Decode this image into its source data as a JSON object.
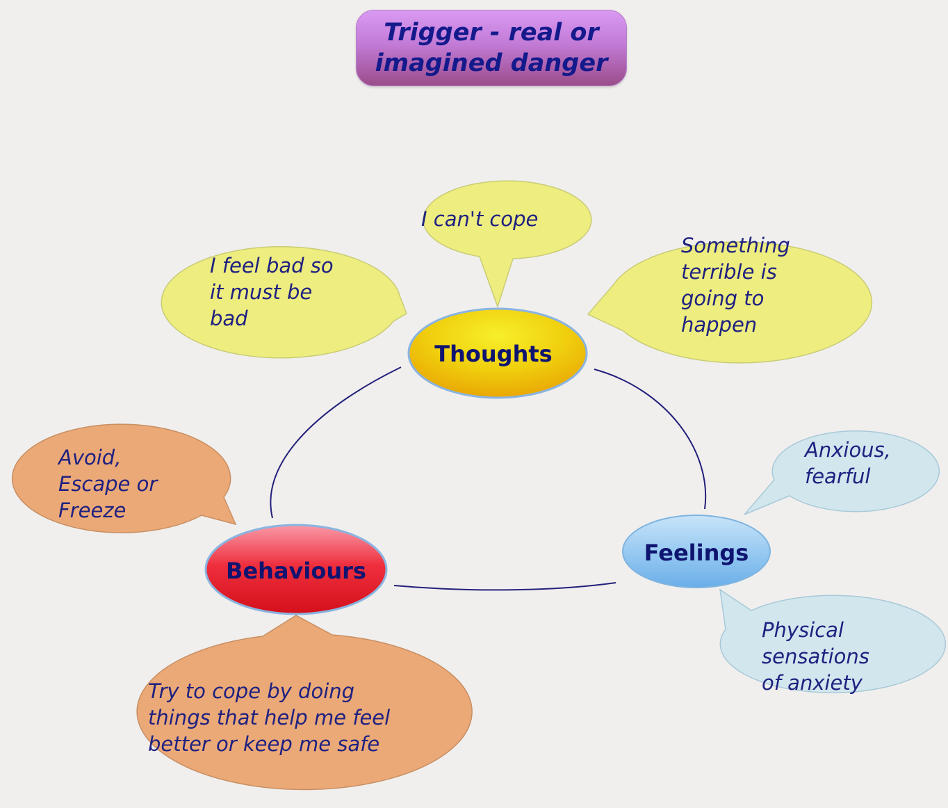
{
  "title": {
    "line1": "Trigger - real or",
    "line2": "imagined danger"
  },
  "nodes": {
    "thoughts": "Thoughts",
    "feelings": "Feelings",
    "behaviours": "Behaviours"
  },
  "bubbles": {
    "thoughts_left": [
      "I feel bad so",
      "it must be",
      "bad"
    ],
    "thoughts_top": [
      "I can't cope"
    ],
    "thoughts_right": [
      "Something",
      "terrible is",
      "going to",
      "happen"
    ],
    "feelings_top": [
      "Anxious,",
      "fearful"
    ],
    "feelings_bottom": [
      "Physical",
      "sensations",
      "of anxiety"
    ],
    "behaviours_left": [
      "Avoid,",
      "Escape or",
      "Freeze"
    ],
    "behaviours_bottom": [
      "Try to cope by doing",
      "things that help me feel",
      "better or keep me safe"
    ]
  },
  "colors": {
    "yellow_bubble": "#eeed80",
    "blue_bubble": "#d2e6ee",
    "orange_bubble": "#eba977",
    "connector": "#23207a",
    "text": "#1f2180"
  }
}
